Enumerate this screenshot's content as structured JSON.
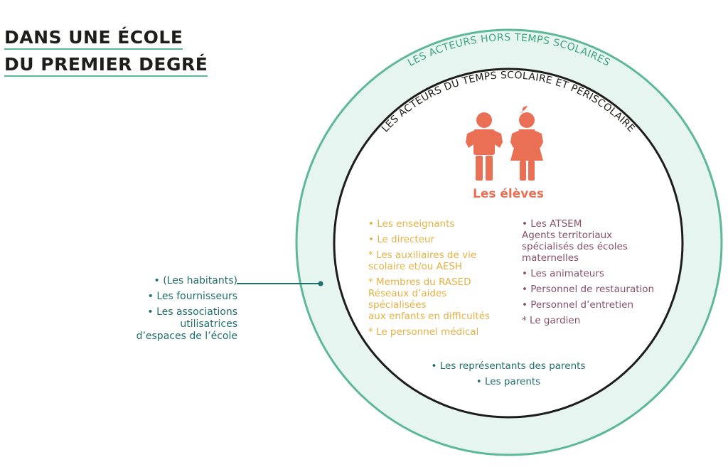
{
  "title": {
    "line1": "DANS UNE ÉCOLE",
    "line2": "DU PREMIER DEGRÉ"
  },
  "rings": {
    "outer_label": "LES ACTEURS HORS TEMPS SCOLAIRES",
    "inner_label": "LES ACTEURS DU TEMPS SCOLAIRE ET PÉRISCOLAIRE"
  },
  "center": {
    "label": "Les élèves",
    "icons": [
      "boy-student-icon",
      "girl-student-icon"
    ]
  },
  "school_staff": [
    "• Les enseignants",
    "• Le directeur",
    "* Les auxiliaires de vie\nscolaire et/ou AESH",
    "* Membres du RASED\nRéseaux d’aides\nspécialisées\naux enfants en difficultés",
    "* Le personnel médical"
  ],
  "territorial_staff": [
    "• Les ATSEM\nAgents territoriaux\nspécialisés des écoles\nmaternelles",
    "• Les animateurs",
    "• Personnel de restauration",
    "• Personnel d’entretien",
    "* Le gardien"
  ],
  "parents": [
    "• Les représentants des parents",
    "• Les parents"
  ],
  "outside": [
    "• (Les habitants)",
    "• Les fournisseurs",
    "• Les associations\nutilisatrices\nd’espaces de l’école"
  ],
  "colors": {
    "green": "#5cb899",
    "mint": "#e6f5ef",
    "orange": "#ea7055",
    "yellow": "#e5b143",
    "plum": "#85506a",
    "teal": "#1f6f6a"
  }
}
